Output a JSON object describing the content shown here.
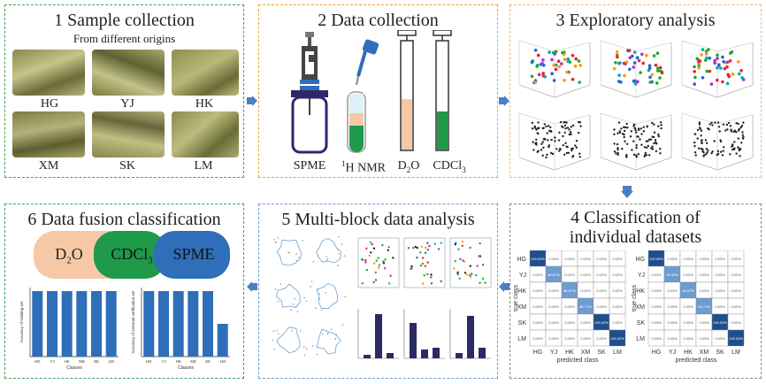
{
  "panels": {
    "p1": {
      "title": "1 Sample collection",
      "subtitle": "From different origins",
      "origins": [
        "HG",
        "YJ",
        "HK",
        "XM",
        "SK",
        "LM"
      ]
    },
    "p2": {
      "title": "2 Data collection",
      "methods": [
        "SPME",
        "1H NMR",
        "D2O",
        "CDCl3"
      ]
    },
    "p3": {
      "title": "3 Exploratory analysis"
    },
    "p4": {
      "title_line1": "4 Classification of",
      "title_line2": "individual datasets",
      "matrix_rows": [
        "HG",
        "YJ",
        "HK",
        "XM",
        "SK",
        "LM"
      ],
      "xaxis": "predicted class",
      "yaxis": "true class",
      "matrix1_diag": [
        "100.00%",
        "66.67%",
        "66.67%",
        "85.71%",
        "100.00%",
        "100.00%"
      ],
      "matrix2_diag": [
        "100.00%",
        "33.33%",
        "66.67%",
        "85.71%",
        "100.00%",
        "100.00%"
      ]
    },
    "p5": {
      "title": "5 Multi-block data analysis"
    },
    "p6": {
      "title": "6 Data fusion classification",
      "blocks": [
        "D2O",
        "CDCl3",
        "SPME"
      ],
      "classes": [
        "HG",
        "YJ",
        "HK",
        "XM",
        "SK",
        "LM"
      ],
      "chart1_ylabel": "Accuracy of training set",
      "chart2_ylabel": "Accuracy of external verification set",
      "xlabel": "Classes"
    }
  },
  "chart_data": [
    {
      "type": "bar",
      "categories": [
        "HG",
        "YJ",
        "HK",
        "XM",
        "SK",
        "LM"
      ],
      "values": [
        1,
        1,
        1,
        1,
        1,
        1
      ],
      "ylim": [
        0,
        1
      ],
      "ylabel": "Accuracy of training set",
      "xlabel": "Classes"
    },
    {
      "type": "bar",
      "categories": [
        "HG",
        "YJ",
        "HK",
        "XM",
        "SK",
        "LM"
      ],
      "values": [
        1,
        1,
        1,
        1,
        1,
        0.5
      ],
      "ylim": [
        0,
        1
      ],
      "ylabel": "Accuracy of external verification set",
      "xlabel": "Classes"
    }
  ],
  "colors": {
    "green": "#3aa35a",
    "orange": "#f0a030",
    "blue": "#2f6eb8",
    "bar": "#2f6eb8",
    "d2o": "#f6c8a6",
    "cdcl3": "#1f9a4a",
    "spme": "#2f6eb8",
    "arrow": "#4a7ec6",
    "navy": "#2b2a66"
  }
}
